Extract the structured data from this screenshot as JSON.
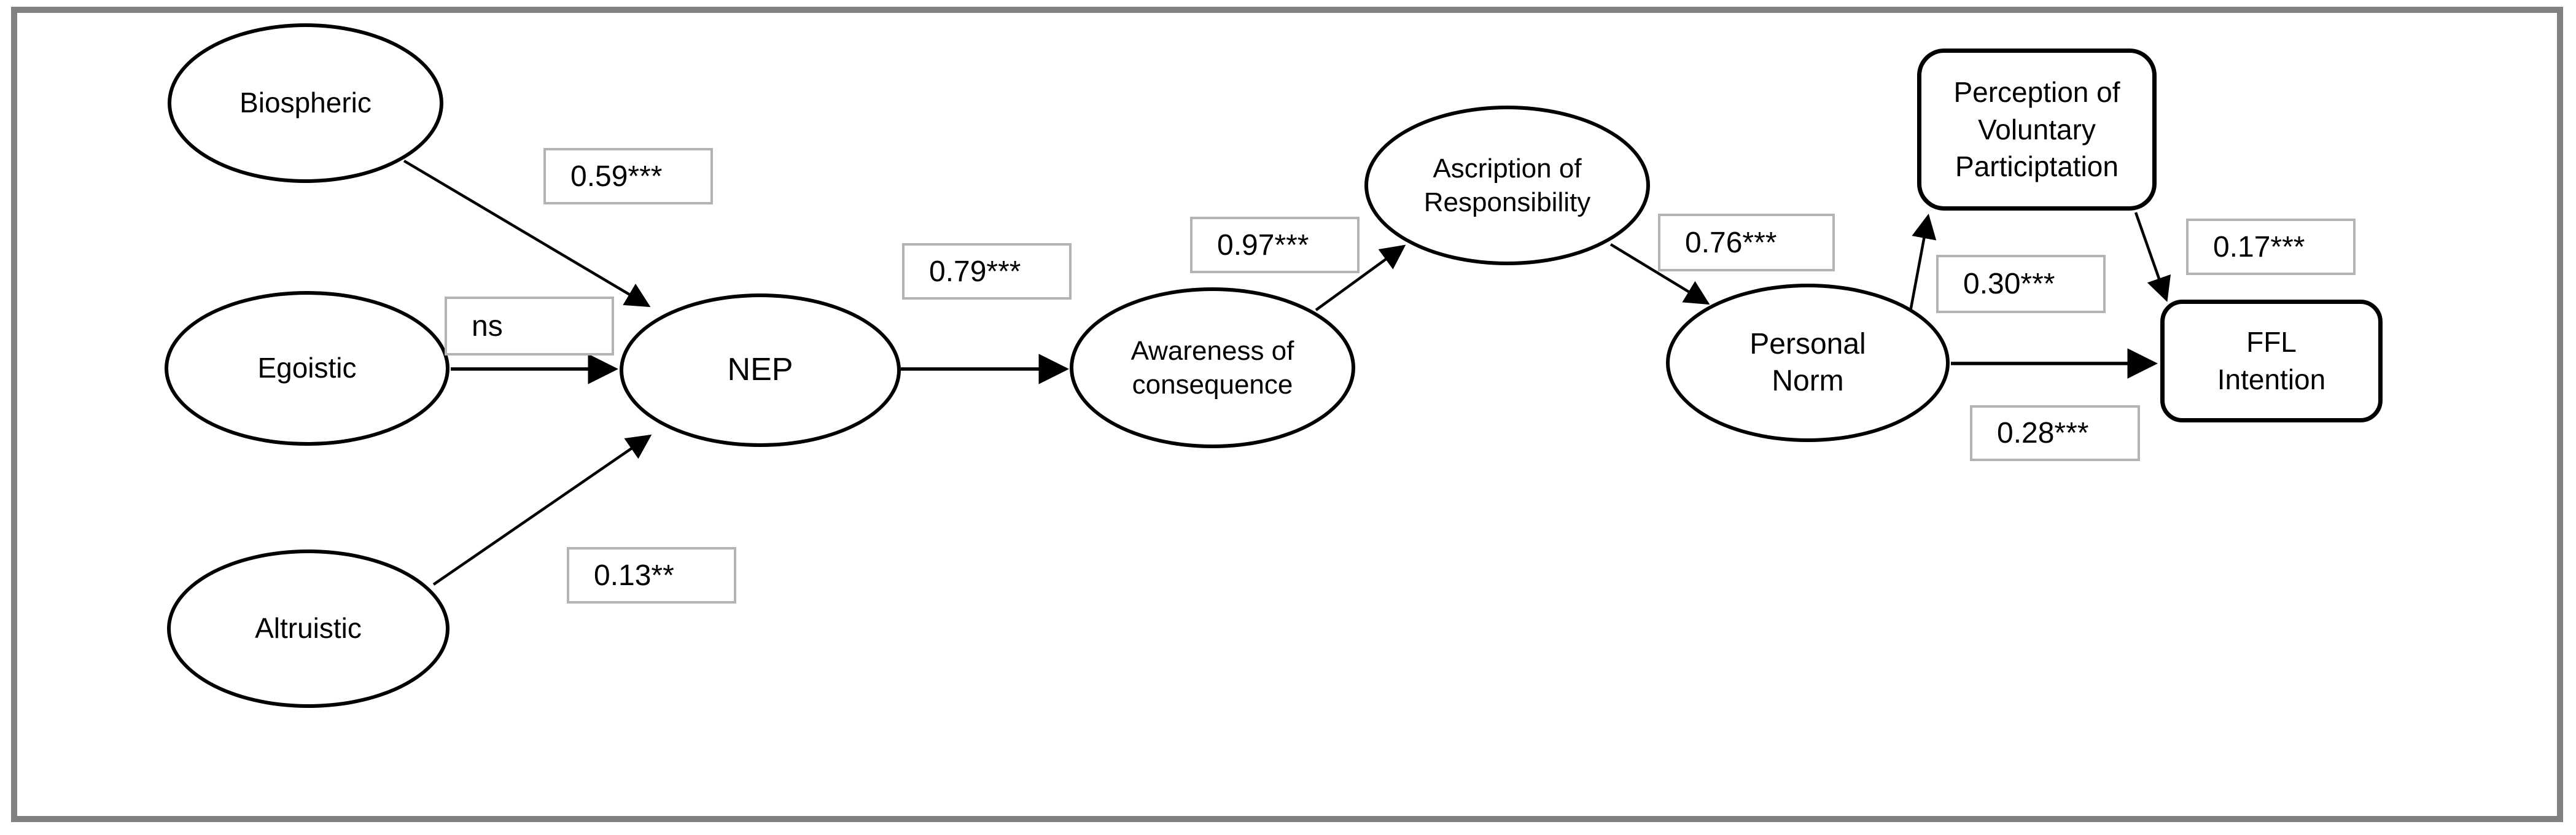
{
  "nodes": {
    "biospheric": {
      "label": "Biospheric"
    },
    "egoistic": {
      "label": "Egoistic"
    },
    "altruistic": {
      "label": "Altruistic"
    },
    "nep": {
      "label": "NEP"
    },
    "awareness": {
      "label": "Awareness of consequence"
    },
    "ascription": {
      "label": "Ascription of Responsibility"
    },
    "personal_norm": {
      "label": "Personal Norm"
    },
    "perception": {
      "label": "Perception of Voluntary Participtation"
    },
    "ffl": {
      "label": "FFL Intention"
    }
  },
  "coefficients": {
    "biospheric_nep": "0.59***",
    "egoistic_nep": "ns",
    "altruistic_nep": "0.13**",
    "nep_awareness": "0.79***",
    "awareness_ascription": "0.97***",
    "ascription_personal_norm": "0.76***",
    "personal_norm_perception": "0.30***",
    "personal_norm_ffl": "0.28***",
    "perception_ffl": "0.17***"
  },
  "edges": [
    {
      "from": "Biospheric",
      "to": "NEP",
      "coefficient": "0.59***"
    },
    {
      "from": "Egoistic",
      "to": "NEP",
      "coefficient": "ns"
    },
    {
      "from": "Altruistic",
      "to": "NEP",
      "coefficient": "0.13**"
    },
    {
      "from": "NEP",
      "to": "Awareness of consequence",
      "coefficient": "0.79***"
    },
    {
      "from": "Awareness of consequence",
      "to": "Ascription of Responsibility",
      "coefficient": "0.97***"
    },
    {
      "from": "Ascription of Responsibility",
      "to": "Personal Norm",
      "coefficient": "0.76***"
    },
    {
      "from": "Personal Norm",
      "to": "Perception of Voluntary Participtation",
      "coefficient": "0.30***"
    },
    {
      "from": "Personal Norm",
      "to": "FFL Intention",
      "coefficient": "0.28***"
    },
    {
      "from": "Perception of Voluntary Participtation",
      "to": "FFL Intention",
      "coefficient": "0.17***"
    }
  ],
  "colors": {
    "frame_border": "#818181",
    "node_border": "#000000",
    "coef_border": "#b3b3b3",
    "arrow": "#000000"
  }
}
